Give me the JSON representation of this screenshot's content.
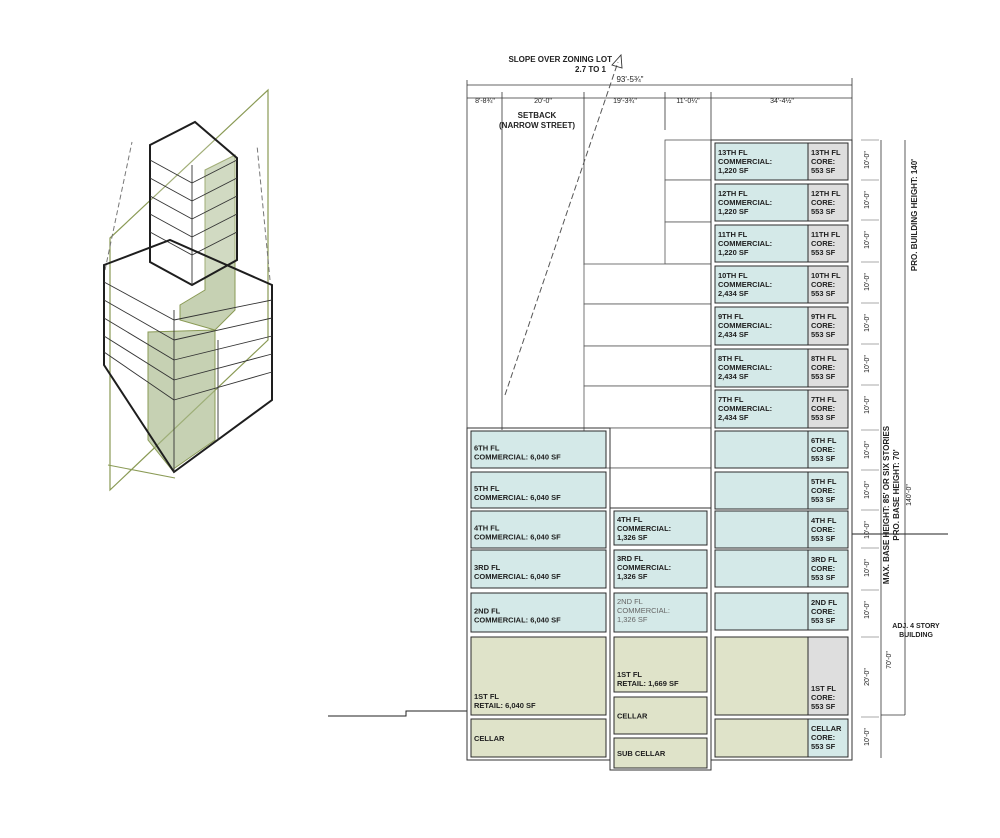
{
  "annotations": {
    "slope_line1": "SLOPE OVER ZONING LOT",
    "slope_line2": "2.7 TO 1",
    "setback_line1": "SETBACK",
    "setback_line2": "(NARROW STREET)",
    "adj_line1": "ADJ. 4 STORY",
    "adj_line2": "BUILDING"
  },
  "dimensions": {
    "overall_width": "93'-5¾\"",
    "seg1": "8'-8¾\"",
    "seg2": "20'-0\"",
    "seg3": "19'-3¾\"",
    "seg4": "11'-0¼\"",
    "seg5": "34'-4½\"",
    "floor_height": "10'-0\"",
    "first_floor_height": "20'-0\"",
    "pro_building_height": "PRO. BUILDING HEIGHT: 140'",
    "max_base_height": "MAX. BASE HEIGHT: 85' OR SIX STORIES",
    "pro_base_height": "PRO. BASE HEIGHT: 70'",
    "h140": "140'-0\"",
    "h70": "70'-0\""
  },
  "east_floors": [
    {
      "floor": "13TH FL",
      "label": "COMMERCIAL:",
      "area": "1,220 SF",
      "core_floor": "13TH FL",
      "core_label": "CORE:",
      "core_area": "553 SF"
    },
    {
      "floor": "12TH FL",
      "label": "COMMERCIAL:",
      "area": "1,220 SF",
      "core_floor": "12TH FL",
      "core_label": "CORE:",
      "core_area": "553 SF"
    },
    {
      "floor": "11TH FL",
      "label": "COMMERCIAL:",
      "area": "1,220 SF",
      "core_floor": "11TH FL",
      "core_label": "CORE:",
      "core_area": "553 SF"
    },
    {
      "floor": "10TH FL",
      "label": "COMMERCIAL:",
      "area": "2,434 SF",
      "core_floor": "10TH FL",
      "core_label": "CORE:",
      "core_area": "553 SF"
    },
    {
      "floor": "9TH FL",
      "label": "COMMERCIAL:",
      "area": "2,434 SF",
      "core_floor": "9TH FL",
      "core_label": "CORE:",
      "core_area": "553 SF"
    },
    {
      "floor": "8TH FL",
      "label": "COMMERCIAL:",
      "area": "2,434 SF",
      "core_floor": "8TH FL",
      "core_label": "CORE:",
      "core_area": "553 SF"
    },
    {
      "floor": "7TH FL",
      "label": "COMMERCIAL:",
      "area": "2,434 SF",
      "core_floor": "7TH FL",
      "core_label": "CORE:",
      "core_area": "553 SF"
    },
    {
      "floor": "",
      "label": "",
      "area": "",
      "core_floor": "6TH FL",
      "core_label": "CORE:",
      "core_area": "553 SF"
    },
    {
      "floor": "",
      "label": "",
      "area": "",
      "core_floor": "5TH FL",
      "core_label": "CORE:",
      "core_area": "553 SF"
    },
    {
      "floor": "",
      "label": "",
      "area": "",
      "core_floor": "4TH FL",
      "core_label": "CORE:",
      "core_area": "553 SF"
    },
    {
      "floor": "",
      "label": "",
      "area": "",
      "core_floor": "3RD FL",
      "core_label": "CORE:",
      "core_area": "553 SF"
    },
    {
      "floor": "",
      "label": "",
      "area": "",
      "core_floor": "2ND FL",
      "core_label": "CORE:",
      "core_area": "553 SF"
    },
    {
      "floor": "",
      "label": "",
      "area": "",
      "core_floor": "1ST FL",
      "core_label": "CORE:",
      "core_area": "553 SF"
    },
    {
      "floor": "",
      "label": "",
      "area": "",
      "core_floor": "CELLAR",
      "core_label": "CORE:",
      "core_area": "553 SF"
    }
  ],
  "west_floors": [
    {
      "floor": "6TH FL",
      "text": "COMMERCIAL: 6,040 SF"
    },
    {
      "floor": "5TH FL",
      "text": "COMMERCIAL: 6,040 SF"
    },
    {
      "floor": "4TH FL",
      "text": "COMMERCIAL: 6,040 SF"
    },
    {
      "floor": "3RD FL",
      "text": "COMMERCIAL: 6,040 SF"
    },
    {
      "floor": "2ND FL",
      "text": "COMMERCIAL: 6,040 SF"
    },
    {
      "floor": "1ST FL",
      "text": "RETAIL: 6,040 SF"
    },
    {
      "floor": "",
      "text": "CELLAR"
    }
  ],
  "middle_floors": [
    {
      "floor": "4TH FL",
      "label": "COMMERCIAL:",
      "area": "1,326 SF"
    },
    {
      "floor": "3RD FL",
      "label": "COMMERCIAL:",
      "area": "1,326 SF"
    },
    {
      "floor": "2ND FL",
      "label": "COMMERCIAL:",
      "area": "1,326 SF"
    },
    {
      "floor": "1ST FL",
      "label": "RETAIL: 1,669 SF",
      "area": ""
    },
    {
      "floor": "",
      "label": "CELLAR",
      "area": ""
    },
    {
      "floor": "",
      "label": "SUB CELLAR",
      "area": ""
    }
  ],
  "colors": {
    "commercial_fill": "#d4e9e8",
    "retail_fill": "#dfe3c9",
    "core_fill": "#dedede",
    "stroke": "#2b2b2b",
    "axon_green": "#a8b88a",
    "axon_line": "#8a9a55"
  }
}
